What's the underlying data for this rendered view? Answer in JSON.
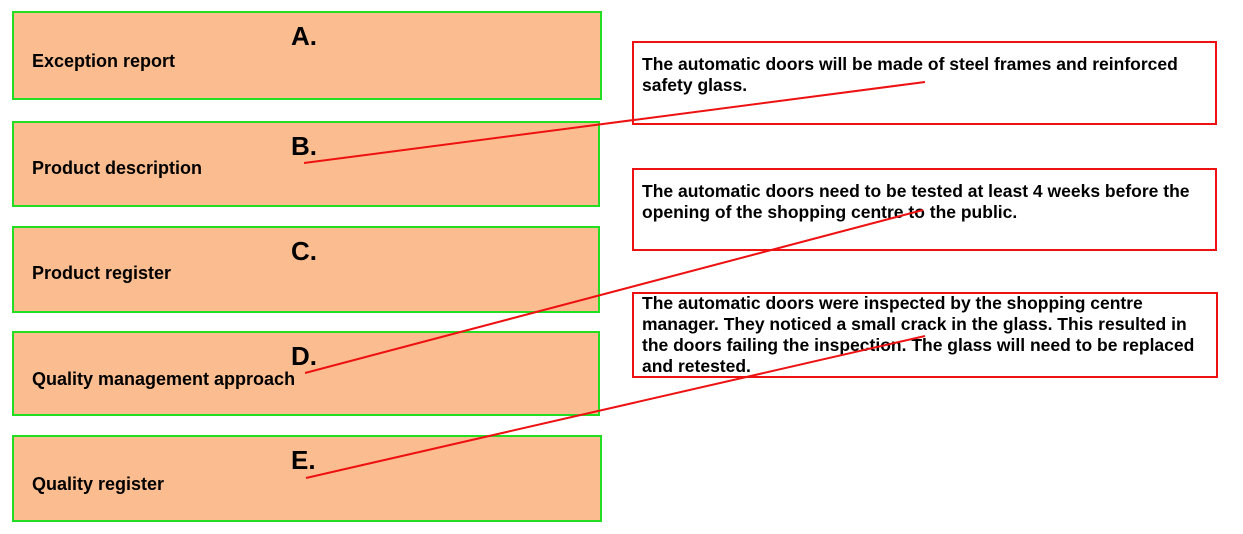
{
  "options": [
    {
      "letter": "A.",
      "label": "Exception report"
    },
    {
      "letter": "B.",
      "label": "Product description"
    },
    {
      "letter": "C.",
      "label": "Product register"
    },
    {
      "letter": "D.",
      "label": "Quality management approach"
    },
    {
      "letter": "E.",
      "label": "Quality register"
    }
  ],
  "targets": [
    {
      "text": "The automatic doors will be made of steel frames and reinforced safety glass."
    },
    {
      "text": "The automatic doors need to be tested at least 4 weeks before the opening of the shopping centre to the public."
    },
    {
      "text": "The automatic doors were inspected by the shopping centre manager. They noticed a small crack in the glass. This resulted in the doors failing the inspection. The glass will need to be replaced and retested."
    }
  ],
  "matches": [
    {
      "option": "B.",
      "target": 1
    },
    {
      "option": "D.",
      "target": 2
    },
    {
      "option": "E.",
      "target": 3
    }
  ],
  "colors": {
    "option_fill": "#fbbd8f",
    "option_border": "#22dd22",
    "target_border": "#ee1111",
    "connector_line": "#ee1111"
  }
}
